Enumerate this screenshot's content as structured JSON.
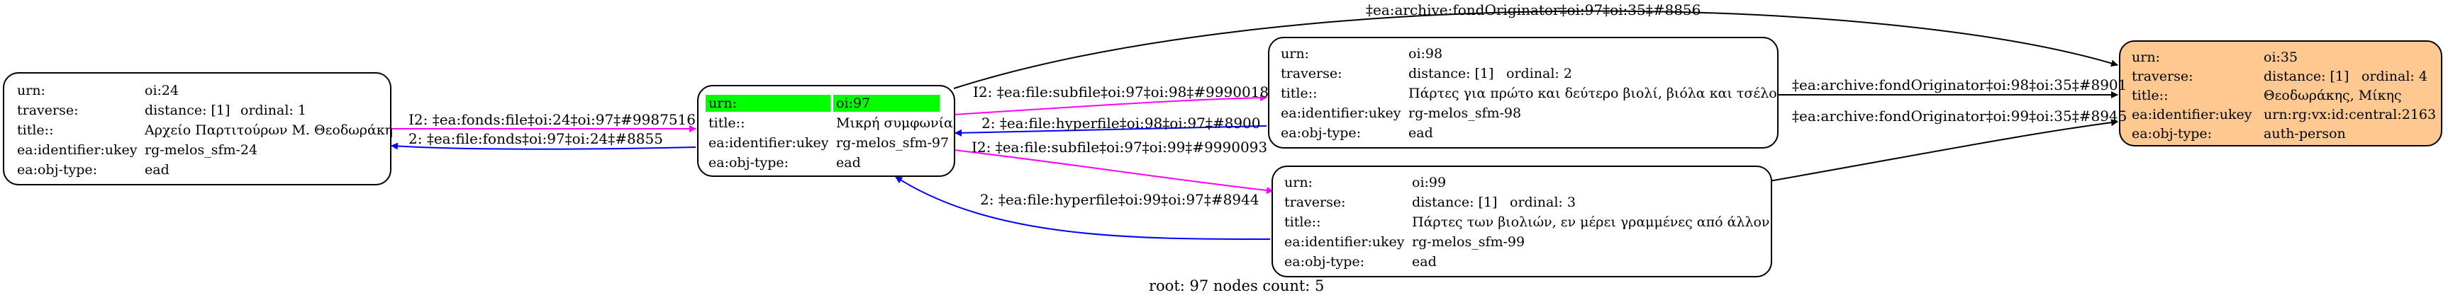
{
  "footer": "root: 97 nodes count: 5",
  "nodes": {
    "oi24": {
      "urn_label": "urn:",
      "urn": "oi:24",
      "traverse_label": "traverse:",
      "distance": "distance: [1]",
      "ordinal": "ordinal: 1",
      "title_label": "title::",
      "title": "Αρχείο Παρτιτούρων Μ. Θεοδωράκη",
      "ukey_label": "ea:identifier:ukey",
      "ukey": "rg-melos_sfm-24",
      "objtype_label": "ea:obj-type:",
      "objtype": "ead"
    },
    "oi97": {
      "urn_label": "urn:",
      "urn": "oi:97",
      "title_label": "title::",
      "title": "Μικρή συμφωνία",
      "ukey_label": "ea:identifier:ukey",
      "ukey": "rg-melos_sfm-97",
      "objtype_label": "ea:obj-type:",
      "objtype": "ead"
    },
    "oi98": {
      "urn_label": "urn:",
      "urn": "oi:98",
      "traverse_label": "traverse:",
      "distance": "distance: [1]",
      "ordinal": "ordinal: 2",
      "title_label": "title::",
      "title": "Πάρτες για πρώτο και δεύτερο βιολί, βιόλα και τσέλο",
      "ukey_label": "ea:identifier:ukey",
      "ukey": "rg-melos_sfm-98",
      "objtype_label": "ea:obj-type:",
      "objtype": "ead"
    },
    "oi99": {
      "urn_label": "urn:",
      "urn": "oi:99",
      "traverse_label": "traverse:",
      "distance": "distance: [1]",
      "ordinal": "ordinal: 3",
      "title_label": "title::",
      "title": "Πάρτες των βιολιών, εν μέρει γραμμένες από άλλον",
      "ukey_label": "ea:identifier:ukey",
      "ukey": "rg-melos_sfm-99",
      "objtype_label": "ea:obj-type:",
      "objtype": "ead"
    },
    "oi35": {
      "urn_label": "urn:",
      "urn": "oi:35",
      "traverse_label": "traverse:",
      "distance": "distance: [1]",
      "ordinal": "ordinal: 4",
      "title_label": "title::",
      "title": "Θεοδωράκης, Μίκης",
      "ukey_label": "ea:identifier:ukey",
      "ukey": "urn:rg:vx:id:central:2163",
      "objtype_label": "ea:obj-type:",
      "objtype": "auth-person"
    }
  },
  "edges": {
    "fonds_file": "I2: ‡ea:fonds:file‡oi:24‡oi:97‡#9987516",
    "file_fonds": "2: ‡ea:file:fonds‡oi:97‡oi:24‡#8855",
    "subfile_98": "I2: ‡ea:file:subfile‡oi:97‡oi:98‡#9990018",
    "hyper_98": "2: ‡ea:file:hyperfile‡oi:98‡oi:97‡#8900",
    "subfile_99": "I2: ‡ea:file:subfile‡oi:97‡oi:99‡#9990093",
    "hyper_99": "2: ‡ea:file:hyperfile‡oi:99‡oi:97‡#8944",
    "orig_97": "‡ea:archive:fondOriginator‡oi:97‡oi:35‡#8856",
    "orig_98": "‡ea:archive:fondOriginator‡oi:98‡oi:35‡#8901",
    "orig_99": "‡ea:archive:fondOriginator‡oi:99‡oi:35‡#8945"
  },
  "colors": {
    "magenta": "#ff00ff",
    "blue": "#0000ff",
    "black": "#000000",
    "highlight": "#00ff00",
    "auth_fill": "#fdc991"
  }
}
